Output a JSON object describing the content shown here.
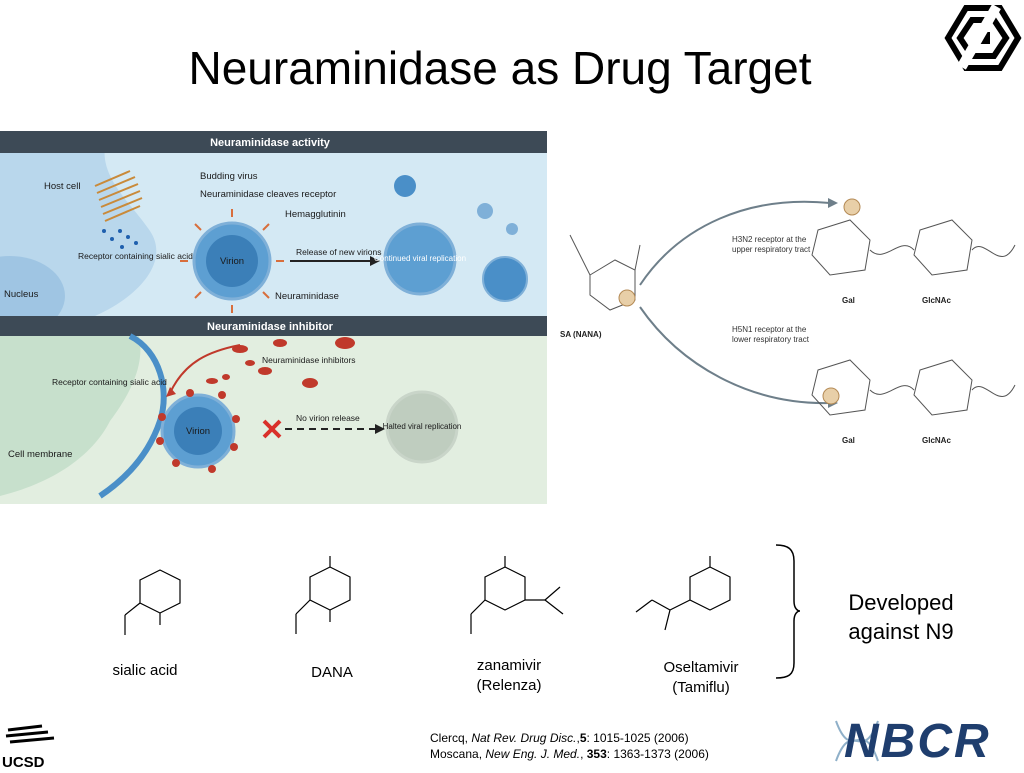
{
  "title": "Neuraminidase as Drug Target",
  "figure": {
    "activity_header": "Neuraminidase activity",
    "inhibitor_header": "Neuraminidase inhibitor",
    "labels": {
      "host_cell": "Host cell",
      "budding_virus": "Budding virus",
      "cleaves_receptor": "Neuraminidase cleaves receptor",
      "hemagglutinin": "Hemagglutinin",
      "receptor_sialic": "Receptor containing sialic acid",
      "virion": "Virion",
      "release": "Release of new virions",
      "continued": "Continued viral replication",
      "nucleus": "Nucleus",
      "neuraminidase": "Neuraminidase",
      "inhibitors": "Neuraminidase inhibitors",
      "receptor_sialic_2": "Receptor containing sialic acid",
      "virion_2": "Virion",
      "no_release": "No virion release",
      "halted": "Halted viral replication",
      "cell_membrane": "Cell membrane"
    }
  },
  "receptors": {
    "sa_label": "SA (NANA)",
    "h3n2": "H3N2 receptor at the upper respiratory tract",
    "h5n1": "H5N1 receptor at the lower respiratory tract",
    "gal": "Gal",
    "glcnac": "GlcNAc"
  },
  "drugs": [
    {
      "name": "sialic acid"
    },
    {
      "name": "DANA"
    },
    {
      "name": "zanamivir",
      "sub": "(Relenza)"
    },
    {
      "name": "Oseltamivir",
      "sub": "(Tamiflu)"
    }
  ],
  "developed": "Developed against N9",
  "references": [
    {
      "author": "Clercq, ",
      "journal": "Nat Rev. Drug Disc.",
      "vol": "5",
      "rest": ": 1015-1025 (2006)"
    },
    {
      "author": "Moscana, ",
      "journal": "New Eng. J. Med.",
      "vol": "353",
      "rest": ": 1363-1373 (2006)"
    }
  ],
  "logos": {
    "ucsd": "UCSD",
    "nbcr": "NBCR"
  },
  "colors": {
    "activity_bg": "#cfe6f2",
    "inhibitor_bg": "#dcebdc",
    "header_bg": "#3d4a56",
    "virion": "#3b7fb8",
    "accent_red": "#c0392b"
  }
}
